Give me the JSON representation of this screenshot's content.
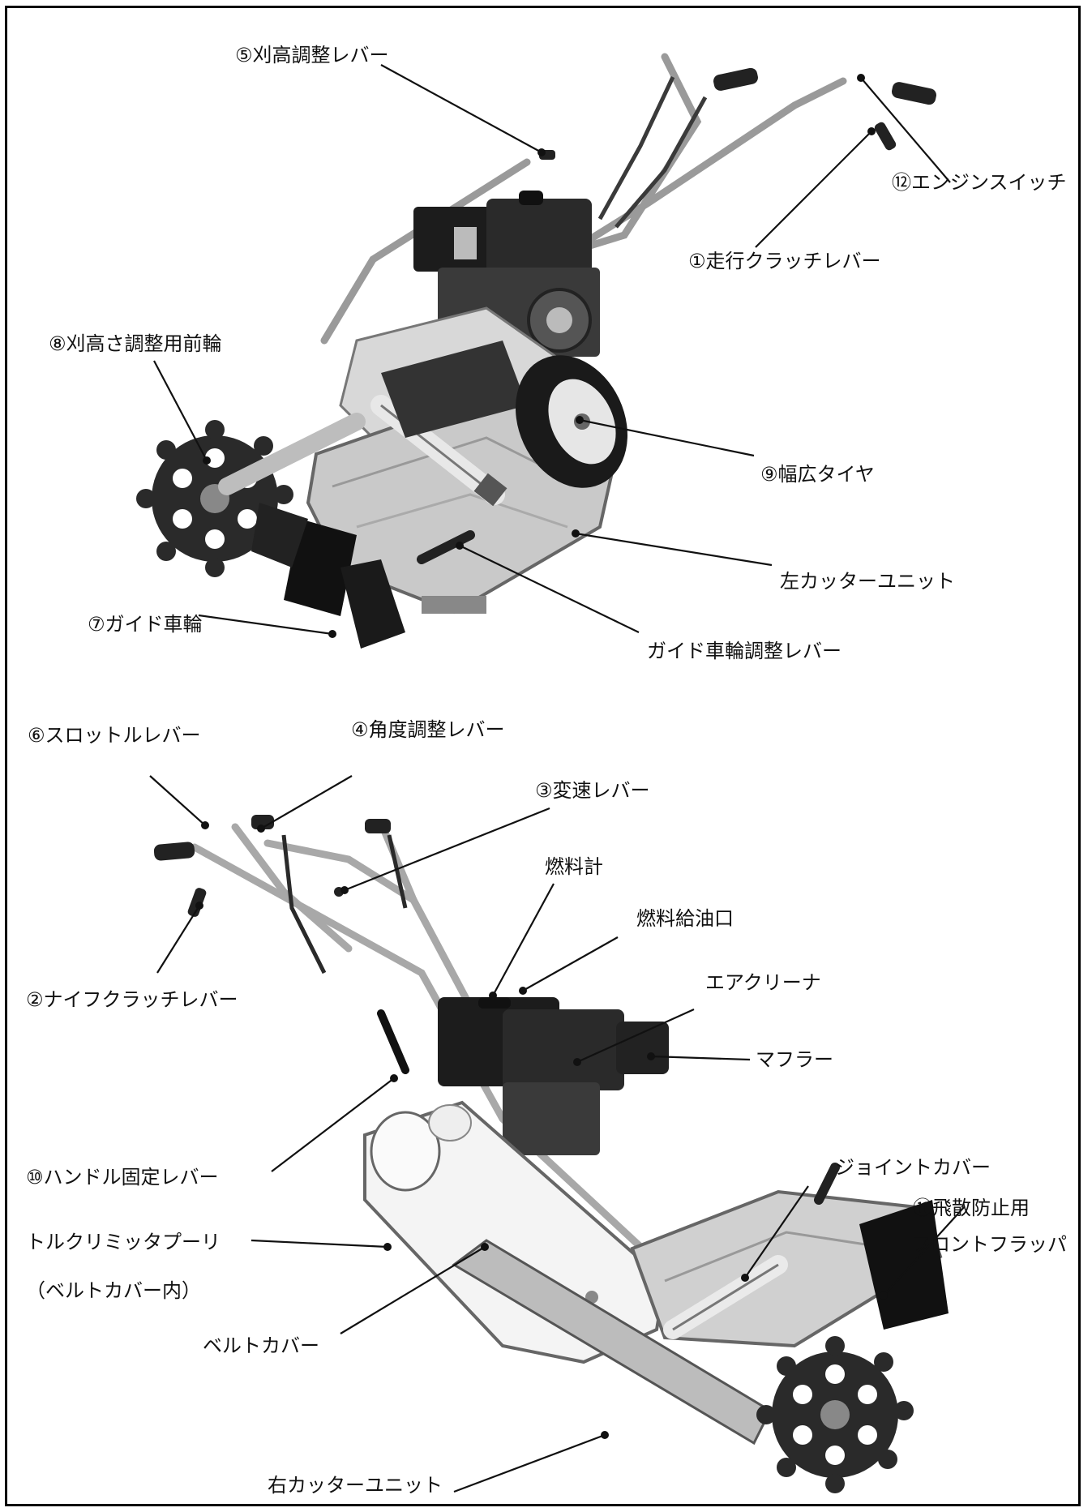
{
  "figure": {
    "top_machine": {
      "labels": {
        "cutting_height_lever": "⑤刈高調整レバー",
        "engine_switch": "⑫エンジンスイッチ",
        "travel_clutch_lever": "①走行クラッチレバー",
        "front_wheel": "⑧刈高さ調整用前輪",
        "wide_tire": "⑨幅広タイヤ",
        "left_cutter_unit": "左カッターユニット",
        "guide_wheel": "⑦ガイド車輪",
        "guide_wheel_lever": "ガイド車輪調整レバー"
      }
    },
    "bottom_machine": {
      "labels": {
        "throttle_lever": "⑥スロットルレバー",
        "angle_lever": "④角度調整レバー",
        "shift_lever": "③変速レバー",
        "fuel_gauge": "燃料計",
        "fuel_inlet": "燃料給油口",
        "knife_clutch_lever": "②ナイフクラッチレバー",
        "air_cleaner": "エアクリーナ",
        "muffler": "マフラー",
        "handle_fix_lever": "⑩ハンドル固定レバー",
        "joint_cover": "ジョイントカバー",
        "flap_line1": "⑪飛散防止用",
        "flap_line2": "フロントフラッパ",
        "torque_limiter_line1": "トルクリミッタプーリ",
        "torque_limiter_line2": "（ベルトカバー内）",
        "belt_cover": "ベルトカバー",
        "right_cutter_unit": "右カッターユニット"
      }
    }
  }
}
